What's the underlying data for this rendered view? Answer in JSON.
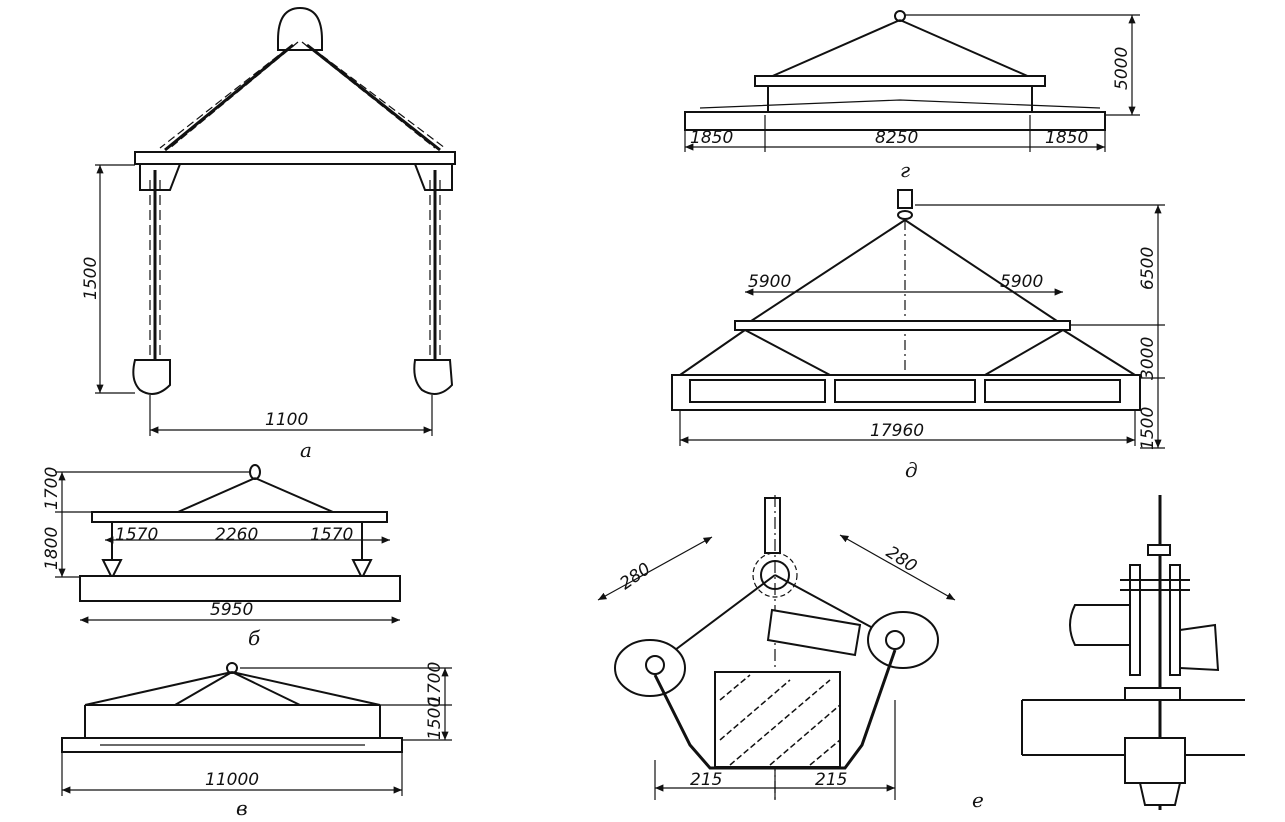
{
  "figures": {
    "a": {
      "label": "а",
      "height_dim": "1500",
      "width_dim": "1100"
    },
    "g": {
      "label": "г",
      "height_dim": "5000",
      "left_dim": "1850",
      "middle_dim": "8250",
      "right_dim": "1850"
    },
    "d": {
      "label": "д",
      "total_height_dim": "6500",
      "left_arm_dim": "5900",
      "right_arm_dim": "5900",
      "mid_height_dim": "3000",
      "low_height_dim": "1500",
      "length_dim": "17960"
    },
    "b": {
      "label": "б",
      "top_height_dim": "1700",
      "low_height_dim": "1800",
      "left_dim": "1570",
      "middle_dim": "2260",
      "right_dim": "1570",
      "length_dim": "5950"
    },
    "v": {
      "label": "в",
      "top_height_dim": "1700",
      "low_height_dim": "1500",
      "length_dim": "11000"
    },
    "e": {
      "label": "е",
      "left_arm_dim": "280",
      "right_arm_dim": "280",
      "left_half_dim": "215",
      "right_half_dim": "215"
    }
  }
}
